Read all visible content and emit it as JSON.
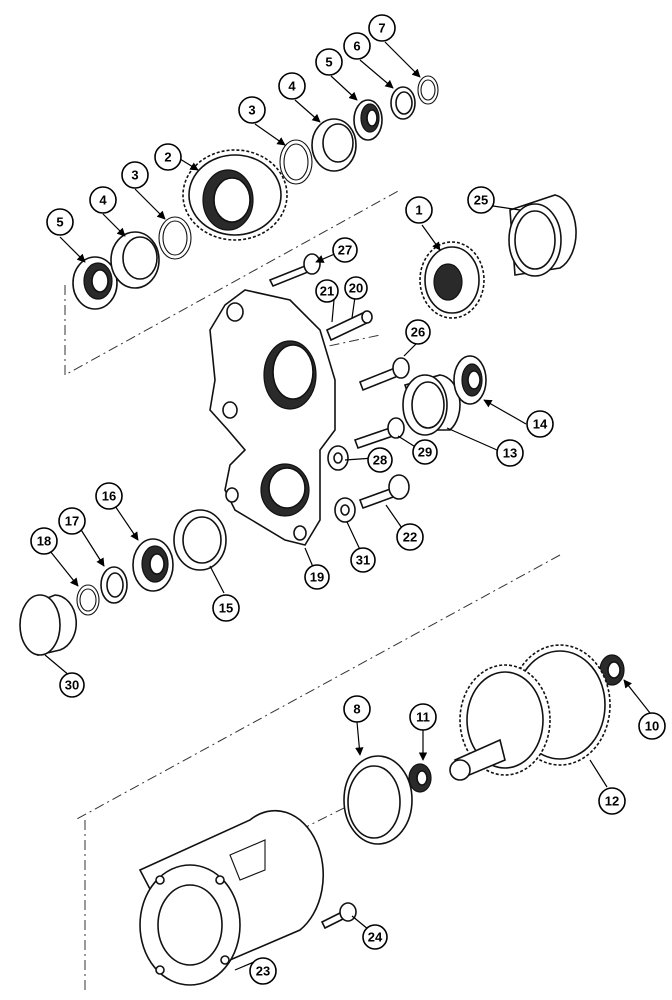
{
  "callouts": {
    "c1": "1",
    "c2": "2",
    "c3a": "3",
    "c3b": "3",
    "c4a": "4",
    "c4b": "4",
    "c5a": "5",
    "c5b": "5",
    "c6": "6",
    "c7": "7",
    "c8": "8",
    "c10": "10",
    "c11": "11",
    "c12": "12",
    "c13": "13",
    "c14": "14",
    "c15": "15",
    "c16": "16",
    "c17": "17",
    "c18": "18",
    "c19": "19",
    "c20": "20",
    "c21": "21",
    "c22": "22",
    "c23": "23",
    "c24": "24",
    "c25": "25",
    "c26": "26",
    "c27": "27",
    "c28": "28",
    "c29": "29",
    "c30": "30",
    "c31": "31"
  }
}
